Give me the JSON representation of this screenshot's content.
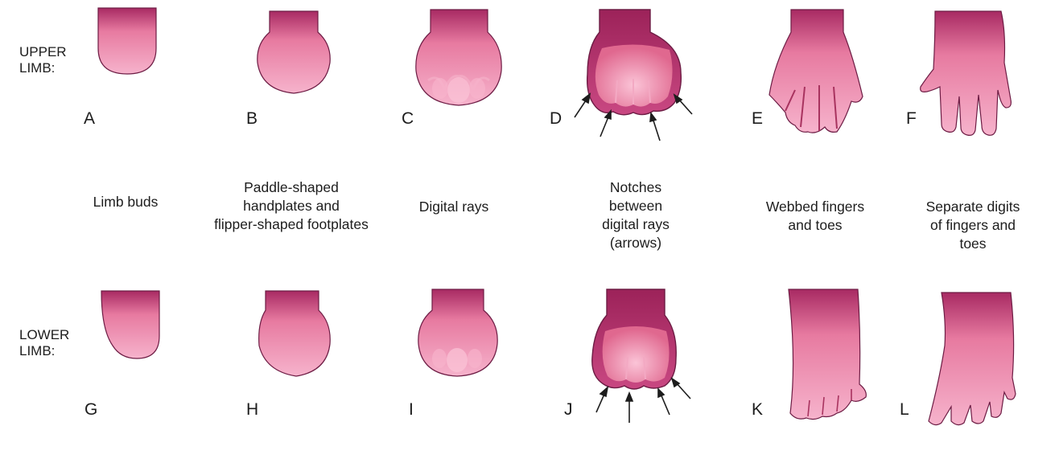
{
  "rows": {
    "upper": "UPPER\nLIMB:",
    "lower": "LOWER\nLIMB:"
  },
  "letters": {
    "upper": [
      "A",
      "B",
      "C",
      "D",
      "E",
      "F"
    ],
    "lower": [
      "G",
      "H",
      "I",
      "J",
      "K",
      "L"
    ]
  },
  "captions": [
    "Limb buds",
    "Paddle-shaped\nhandplates and\nflipper-shaped footplates",
    "Digital rays",
    "Notches\nbetween\ndigital rays\n(arrows)",
    "Webbed fingers\nand toes",
    "Separate digits\nof fingers and\ntoes"
  ],
  "colors": {
    "tissue_dark": "#b0306a",
    "tissue_mid": "#e0608e",
    "tissue_light": "#f7a3c4",
    "outline": "#7a1f4c",
    "text": "#1d1d1d"
  }
}
